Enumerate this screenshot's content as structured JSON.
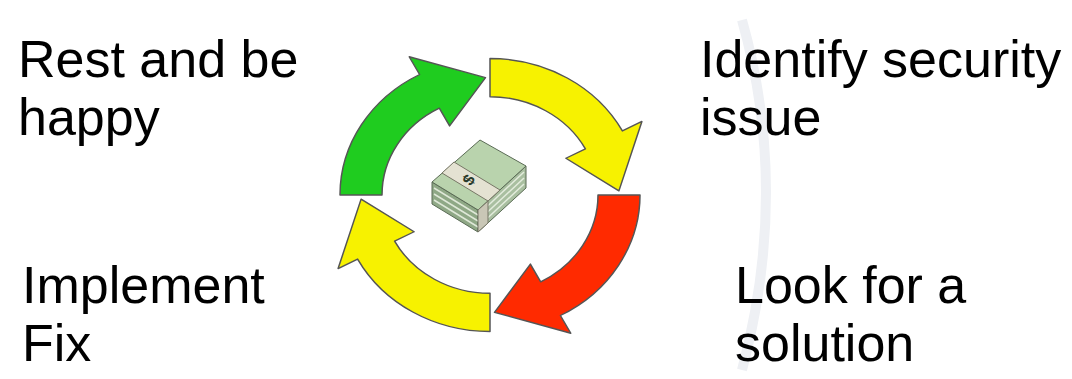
{
  "diagram": {
    "labels": [
      "Rest and be happy",
      "Identify security issue",
      "Look for a solution",
      "Implement Fix",
      "$"
    ]
  }
}
